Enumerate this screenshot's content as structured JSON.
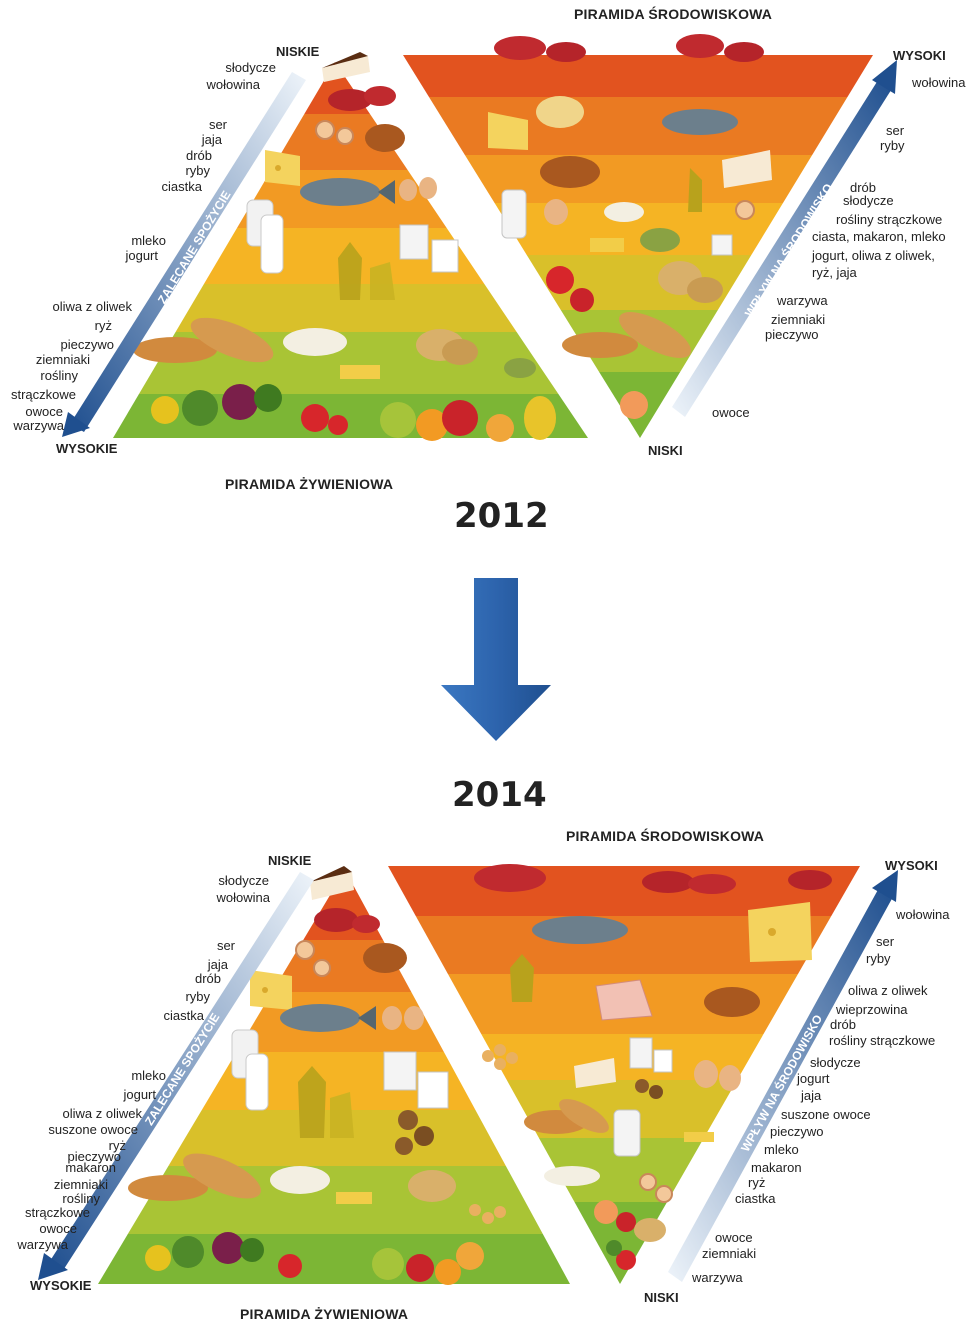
{
  "colors": {
    "bands": [
      "#e2531f",
      "#ea7a22",
      "#f29a23",
      "#f5b424",
      "#d9c02a",
      "#a9c435",
      "#7cb635"
    ],
    "arrow_dark": "#1f4f8f",
    "arrow_light": "#dfeaf5",
    "big_arrow": "#2f6ab5"
  },
  "panel_2012": {
    "diet_caption": "PIRAMIDA ŻYWIENIOWA",
    "env_caption": "PIRAMIDA ŚRODOWISKOWA",
    "diet_arrow_label": "ZALECANE SPOŻYCIE",
    "env_arrow_label": "WPŁYW NA ŚRODOWISKO",
    "diet_top": "NISKIE",
    "diet_bottom": "WYSOKIE",
    "env_top": "WYSOKI",
    "env_bottom": "NISKI",
    "diet_lines": [
      "słodycze",
      "wołowina",
      "ser",
      "jaja",
      "drób",
      "ryby",
      "ciastka",
      "mleko",
      "jogurt",
      "oliwa z oliwek",
      "ryż",
      "pieczywo",
      "ziemniaki",
      "rośliny",
      "strączkowe",
      "owoce",
      "warzywa"
    ],
    "env_lines": [
      "wołowina",
      "ser",
      "ryby",
      "drób",
      "słodycze",
      "rośliny strączkowe",
      "ciasta, makaron, mleko",
      "jogurt, oliwa z oliwek,",
      "ryż, jaja",
      "warzywa",
      "ziemniaki",
      "pieczywo",
      "owoce"
    ]
  },
  "panel_2014": {
    "diet_caption": "PIRAMIDA ŻYWIENIOWA",
    "env_caption": "PIRAMIDA ŚRODOWISKOWA",
    "diet_arrow_label": "ZALECANE SPOŻYCIE",
    "env_arrow_label": "WPŁYW NA ŚRODOWISKO",
    "diet_top": "NISKIE",
    "diet_bottom": "WYSOKIE",
    "env_top": "WYSOKI",
    "env_bottom": "NISKI",
    "diet_lines": [
      "słodycze",
      "wołowina",
      "ser",
      "jaja",
      "drób",
      "ryby",
      "ciastka",
      "mleko",
      "jogurt",
      "oliwa z oliwek",
      "suszone owoce",
      "ryż",
      "pieczywo",
      "makaron",
      "ziemniaki",
      "rośliny",
      "strączkowe",
      "owoce",
      "warzywa"
    ],
    "env_lines": [
      "wołowina",
      "ser",
      "ryby",
      "oliwa z oliwek",
      "wieprzowina",
      "drób",
      "rośliny strączkowe",
      "słodycze",
      "jogurt",
      "jaja",
      "suszone owoce",
      "pieczywo",
      "mleko",
      "makaron",
      "ryż",
      "ciastka",
      "owoce",
      "ziemniaki",
      "warzywa"
    ]
  },
  "year_from": "2012",
  "year_to": "2014"
}
